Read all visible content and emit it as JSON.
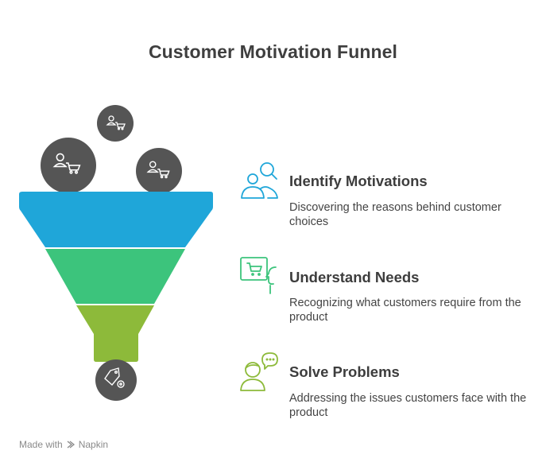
{
  "title": "Customer Motivation Funnel",
  "colors": {
    "stage1": "#1fa6d9",
    "stage2": "#3cc47c",
    "stage3": "#8dba3a",
    "circle": "#555555",
    "icon_stage1": "#1fa6d9",
    "icon_stage2": "#3cc47c",
    "icon_stage3": "#8dba3a"
  },
  "items": [
    {
      "title": "Identify Motivations",
      "description": "Discovering the reasons behind customer choices",
      "icon": "people-search-icon"
    },
    {
      "title": "Understand Needs",
      "description": "Recognizing what customers require from the product",
      "icon": "cart-thinking-icon"
    },
    {
      "title": "Solve Problems",
      "description": "Addressing the issues customers face with the product",
      "icon": "person-speech-icon"
    }
  ],
  "funnel": {
    "top_icon": "user-cart-icon",
    "bottom_icon": "tag-gear-icon"
  },
  "watermark": {
    "prefix": "Made with",
    "brand": "Napkin"
  }
}
